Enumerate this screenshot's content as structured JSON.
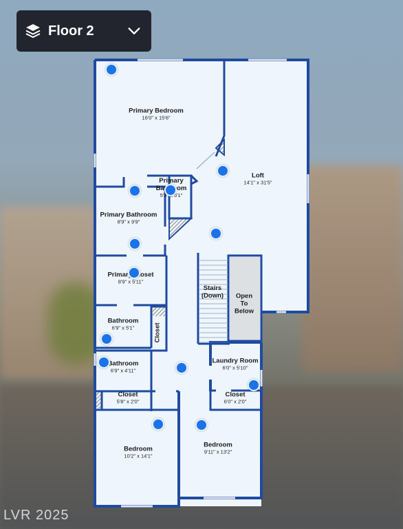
{
  "floor_selector": {
    "label": "Floor 2",
    "icon": "layers-icon",
    "chevron": "chevron-down-icon"
  },
  "rooms": [
    {
      "id": "primary-bedroom",
      "name": "Primary Bedroom",
      "dim": "16'0\" x 15'6\""
    },
    {
      "id": "loft",
      "name": "Loft",
      "dim": "14'1\" x 31'5\""
    },
    {
      "id": "primary-bathroom-small",
      "name": "Primary Bathroom",
      "dim": "5'3\" x 5'1\""
    },
    {
      "id": "primary-bathroom",
      "name": "Primary Bathroom",
      "dim": "8'9\" x 9'9\""
    },
    {
      "id": "primary-closet",
      "name": "Primary Closet",
      "dim": "8'9\" x 5'11\""
    },
    {
      "id": "bathroom-1",
      "name": "Bathroom",
      "dim": "6'9\" x 5'1\""
    },
    {
      "id": "closet-vertical",
      "name": "Closet",
      "dim": ""
    },
    {
      "id": "bathroom-2",
      "name": "Bathroom",
      "dim": "6'9\" x 4'11\""
    },
    {
      "id": "stairs",
      "name": "Stairs (Down)",
      "dim": ""
    },
    {
      "id": "open-to-below",
      "name": "Open To Below",
      "dim": ""
    },
    {
      "id": "laundry-room",
      "name": "Laundry Room",
      "dim": "6'0\" x 5'10\""
    },
    {
      "id": "closet-left",
      "name": "Closet",
      "dim": "5'8\" x 2'0\""
    },
    {
      "id": "closet-right",
      "name": "Closet",
      "dim": "6'0\" x 2'0\""
    },
    {
      "id": "bedroom-left",
      "name": "Bedroom",
      "dim": "10'2\" x 14'1\""
    },
    {
      "id": "bedroom-right",
      "name": "Bedroom",
      "dim": "9'11\" x 13'2\""
    }
  ],
  "colors": {
    "wall": "#1f4aa0",
    "floor": "#eef5fc",
    "dot": "#1a73e8",
    "panel": "#22252e"
  },
  "watermark": "LVR 2025"
}
